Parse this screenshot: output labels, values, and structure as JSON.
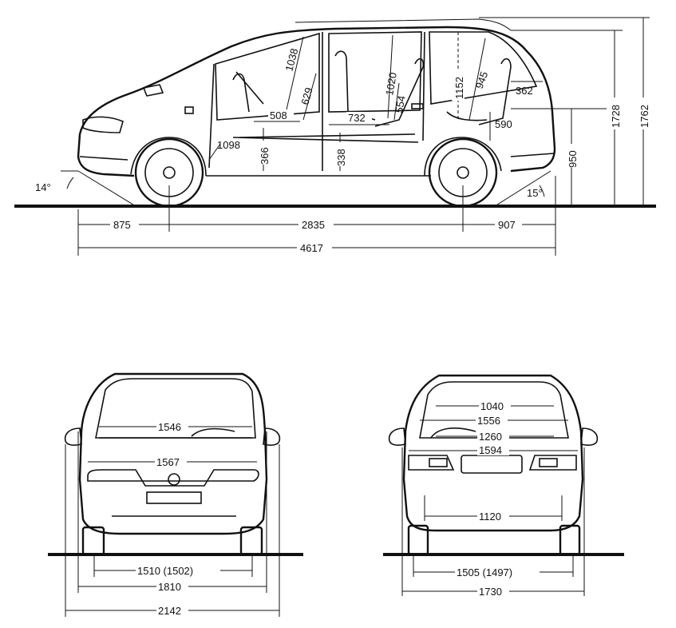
{
  "side_view": {
    "angles": {
      "front_approach": "14°",
      "rear_departure": "15°"
    },
    "interior": {
      "front_headroom": "1038",
      "seat_height_front": "629",
      "front_legroom_offset": "508",
      "front_seat_to_floor": "1098",
      "front_cushion_height": "366",
      "middle_headroom": "1020",
      "middle_seat_height": "554",
      "middle_seat_spacing": "732",
      "middle_cushion_height": "338",
      "rear_headroom_1": "1152",
      "rear_headroom_2": "945",
      "rear_seat_depth": "362",
      "rear_floor_height": "590"
    },
    "exterior": {
      "front_overhang": "875",
      "wheelbase": "2835",
      "rear_overhang": "907",
      "overall_length": "4617",
      "loading_sill_height": "950",
      "height_unladen": "1728",
      "height_with_rails": "1762"
    }
  },
  "rear_view": {
    "interior_width_upper": "1546",
    "interior_width_lower": "1567",
    "track_rear": "1510 (1502)",
    "body_width": "1810",
    "width_with_mirrors": "2142"
  },
  "front_view": {
    "tailgate_width_top": "1040",
    "shoulder_width": "1556",
    "opening_width": "1260",
    "elbow_width": "1594",
    "floor_width": "1120",
    "track_front": "1505 (1497)",
    "body_width": "1730"
  }
}
